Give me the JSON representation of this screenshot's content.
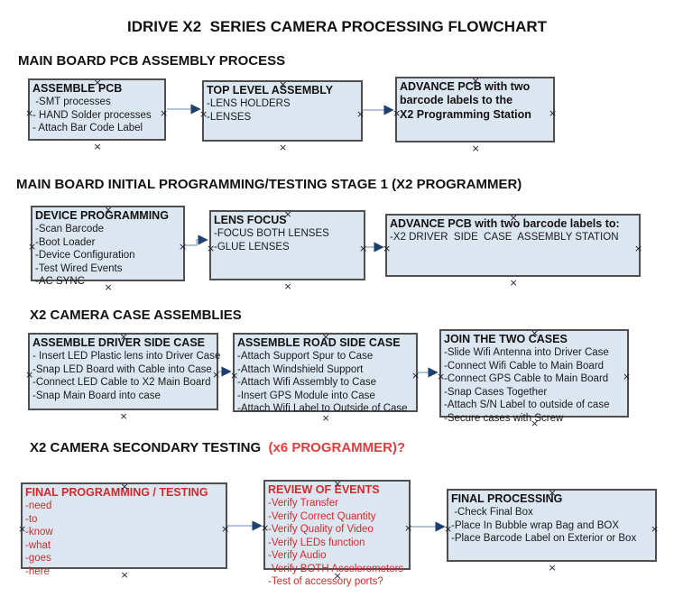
{
  "page": {
    "title": "IDRIVE X2  SERIES CAMERA PROCESSING FLOWCHART"
  },
  "colors": {
    "box_fill": "#dce6f1",
    "box_border": "#4f4f4f",
    "red_box_text": "#cf2b2b",
    "heading_red": "#e03c3c",
    "arrow_line": "#98b0d4",
    "arrow_head": "#1f3f6e"
  },
  "sections": [
    {
      "heading": "MAIN BOARD PCB ASSEMBLY PROCESS",
      "boxes": [
        {
          "title": "ASSEMBLE PCB",
          "items": [
            " -SMT processes",
            "- HAND Solder processes",
            "- Attach Bar Code Label"
          ]
        },
        {
          "title": "TOP LEVEL ASSEMBLY",
          "items": [
            "-LENS HOLDERS",
            "-LENSES"
          ]
        },
        {
          "title": "ADVANCE PCB with two\nbarcode labels to the\n X2 Programming Station",
          "items": []
        }
      ]
    },
    {
      "heading": "MAIN BOARD INITIAL PROGRAMMING/TESTING STAGE 1 (X2 PROGRAMMER)",
      "boxes": [
        {
          "title": "DEVICE PROGRAMMING",
          "items": [
            "-Scan Barcode",
            "-Boot Loader",
            "-Device Configuration",
            "-Test Wired Events",
            "-AC SYNC"
          ]
        },
        {
          "title": "LENS FOCUS",
          "items": [
            "-FOCUS BOTH LENSES",
            "-GLUE LENSES"
          ]
        },
        {
          "title": "ADVANCE PCB with two barcode labels to:",
          "items": [
            "-X2 DRIVER  SIDE  CASE  ASSEMBLY STATION"
          ]
        }
      ]
    },
    {
      "heading": "X2 CAMERA CASE ASSEMBLIES",
      "boxes": [
        {
          "title": "ASSEMBLE DRIVER SIDE CASE",
          "items": [
            "- Insert LED Plastic lens into Driver Case",
            "-Snap LED Board with Cable into Case",
            "-Connect LED Cable to X2 Main Board",
            "-Snap Main Board into case"
          ]
        },
        {
          "title": "ASSEMBLE ROAD SIDE CASE",
          "items": [
            "-Attach Support Spur to Case",
            "-Attach Windshield Support",
            "-Attach Wifi Assembly to Case",
            "-Insert GPS Module into Case",
            "-Attach Wifi Label to Outside of Case"
          ]
        },
        {
          "title": "JOIN THE TWO CASES",
          "items": [
            "-Slide Wifi Antenna into Driver Case",
            "-Connect Wifi Cable to Main Board",
            "-Connect GPS Cable to Main Board",
            "-Snap Cases Together",
            "-Attach S/N Label to outside of case",
            "-Secure cases with Screw"
          ]
        }
      ]
    },
    {
      "heading": "X2 CAMERA SECONDARY TESTING",
      "heading_accent": "  (x6 PROGRAMMER)?",
      "boxes": [
        {
          "title": "FINAL PROGRAMMING / TESTING",
          "items": [
            "-need",
            "-to",
            "-know",
            "-what",
            "-goes",
            "-here"
          ]
        },
        {
          "title": "REVIEW OF EVENTS",
          "items": [
            "-Verify Transfer",
            "-Verify Correct Quantity",
            "-Verify Quality of Video",
            "-Verify LEDs function",
            "-Verify Audio",
            "-Verify BOTH Accelerometers",
            "-Test of accessory ports?"
          ]
        },
        {
          "title": "FINAL PROCESSING",
          "items": [
            " -Check Final Box",
            "-Place In Bubble wrap Bag and BOX",
            "-Place Barcode Label on Exterior or Box"
          ]
        }
      ]
    }
  ]
}
